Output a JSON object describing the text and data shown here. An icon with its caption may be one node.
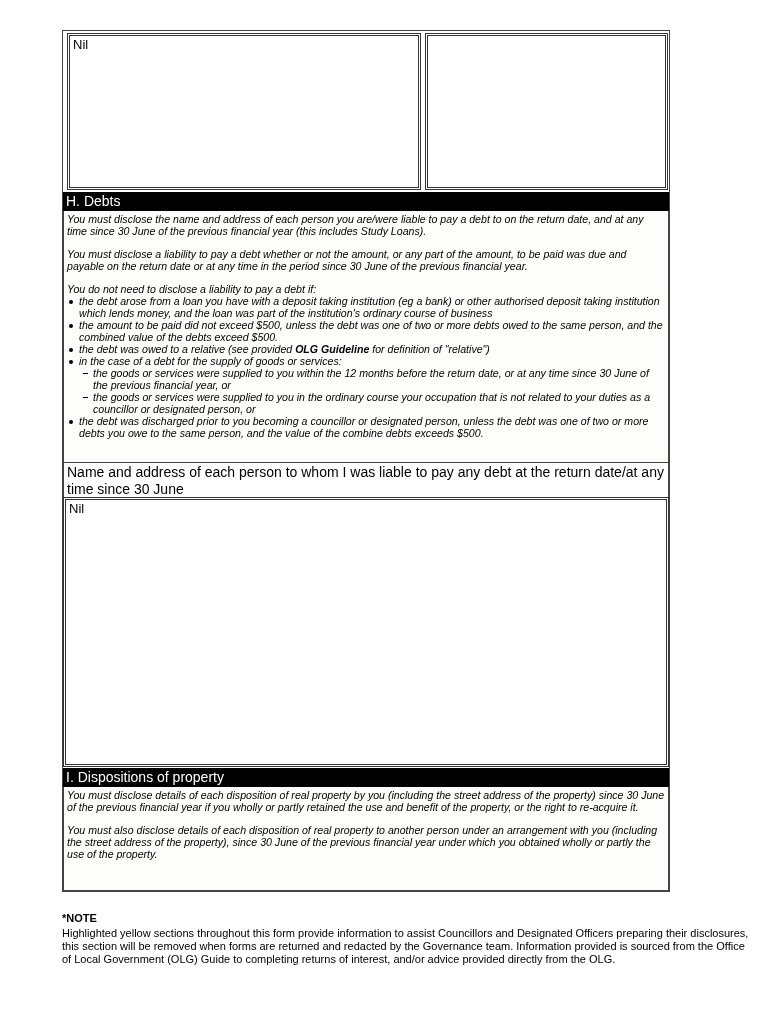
{
  "diagram": {
    "nodes": [
      {
        "text": [
          "Nil"
        ]
      },
      {
        "text": [],
        "shape": "box"
      },
      {
        "text": [
          "H. Debts"
        ]
      },
      {
        "text": [
          "You must disclose the name and address of each person you are/were liable to pay a debt to on the return date, and at any time since 30 June of the previous financial year (this includes Study Loans).",
          "You must disclose a liability to pay a debt whether or not the amount, or any part of the amount, to be paid was due and payable on the return date or at any time in the period since 30 June of the previous financial year.",
          "You do not need to disclose a liability to pay a debt if:",
          "the debt arose from a loan you have with a deposit taking institution (eg a bank) or other authorised deposit taking institution which lends money, and the loan was part of the institution's ordinary course of business",
          "the amount to be paid did not exceed $500, unless the debt was one of two or more debts owed to the same person, and the combined value of the debts exceed $500.",
          "the debt was owed to a relative (see provided **OLG Guideline** for definition of \"relative\")",
          "in the case of a debt for the supply of goods or services:",
          "the goods or services were supplied to you within the 12 months before the return date, or at any time since 30 June of the previous financial year, or",
          "the goods or services were supplied to you in the ordinary course your occupation that is not related to your duties as a councillor or designated person, or",
          "the debt was discharged prior to you becoming a councillor or designated person, unless the debt was one of two or more debts you owe to the same person, and the value of the combine debts exceeds $500."
        ]
      },
      {
        "text": [
          "Name and address of each person to whom I was liable to pay any debt at the return date/at any time since 30 June"
        ]
      },
      {
        "text": [
          "Nil"
        ]
      },
      {
        "text": [
          "I. Dispositions of property"
        ]
      },
      {
        "text": [
          "You must disclose details of each disposition of real property by you (including the street address of the property) since 30 June of the previous financial year if you wholly or partly retained the use and benefit of the property, or the right to re-acquire it.",
          "You must also disclose details of each disposition of real property to another person under an arrangement with you (including the street address of the property), since 30 June of the previous financial year under which you obtained wholly or partly the use of the property."
        ]
      }
    ],
    "labels": [
      "*NOTE",
      "Highlighted yellow sections throughout this form provide information to assist Councillors and Designated Officers preparing their disclosures, this section will be removed when forms are returned and redacted by the Governance team. Information provided is sourced from the Office of Local Government (OLG) Guide to completing returns of interest, and/or advice provided directly from the OLG."
    ]
  }
}
